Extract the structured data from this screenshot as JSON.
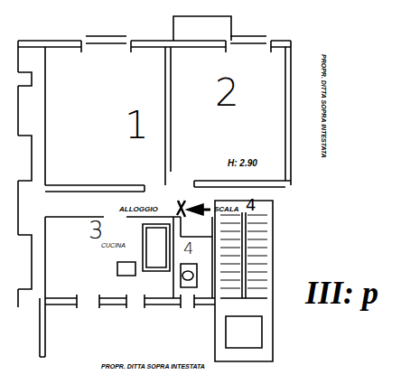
{
  "diagram": {
    "labels": [
      "1",
      "2",
      "H: 2.90",
      "ALLOGGIO",
      "SCALA",
      "4",
      "3",
      "CUCINA",
      "4",
      "III: p",
      "PROPR. DITTA SOPRA INTESTATA",
      "PROPR. DITTA SOPRA INTESTATA"
    ]
  }
}
